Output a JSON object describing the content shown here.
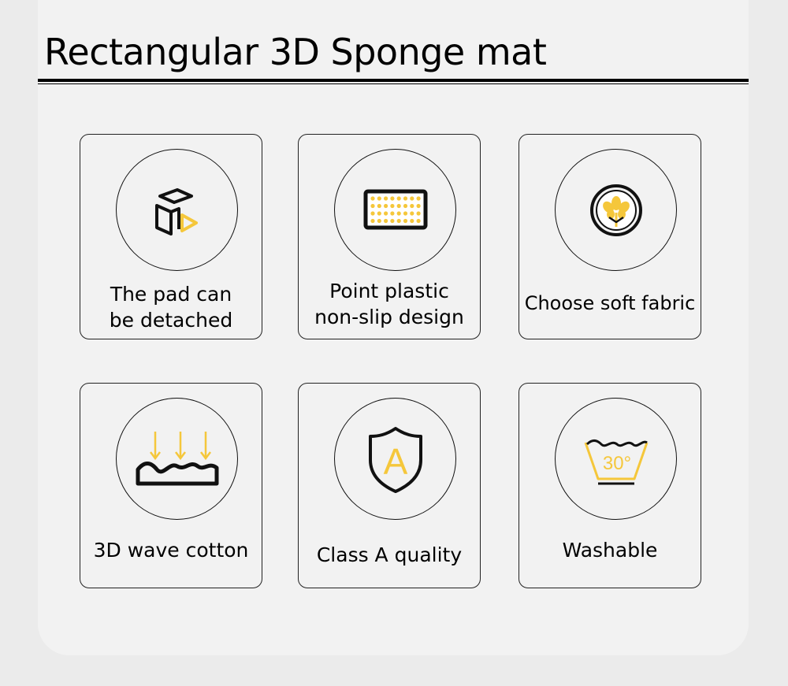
{
  "title": "Rectangular 3D Sponge mat",
  "colors": {
    "accent": "#f5c73b",
    "ink": "#111111",
    "background": "#f2f2f2"
  },
  "features": [
    {
      "icon": "detachable-cube-icon",
      "label_line1": "The pad can",
      "label_line2": "be detached"
    },
    {
      "icon": "dotted-nonslip-mat-icon",
      "label_line1": "Point plastic",
      "label_line2": "non-slip design"
    },
    {
      "icon": "cotton-flower-icon",
      "label_line1": "Choose soft fabric"
    },
    {
      "icon": "wave-cotton-icon",
      "label_line1": "3D wave cotton"
    },
    {
      "icon": "quality-shield-icon",
      "label_line1": "Class A quality",
      "icon_text": "A"
    },
    {
      "icon": "wash-30-icon",
      "label_line1": "Washable",
      "icon_text": "30°"
    }
  ]
}
